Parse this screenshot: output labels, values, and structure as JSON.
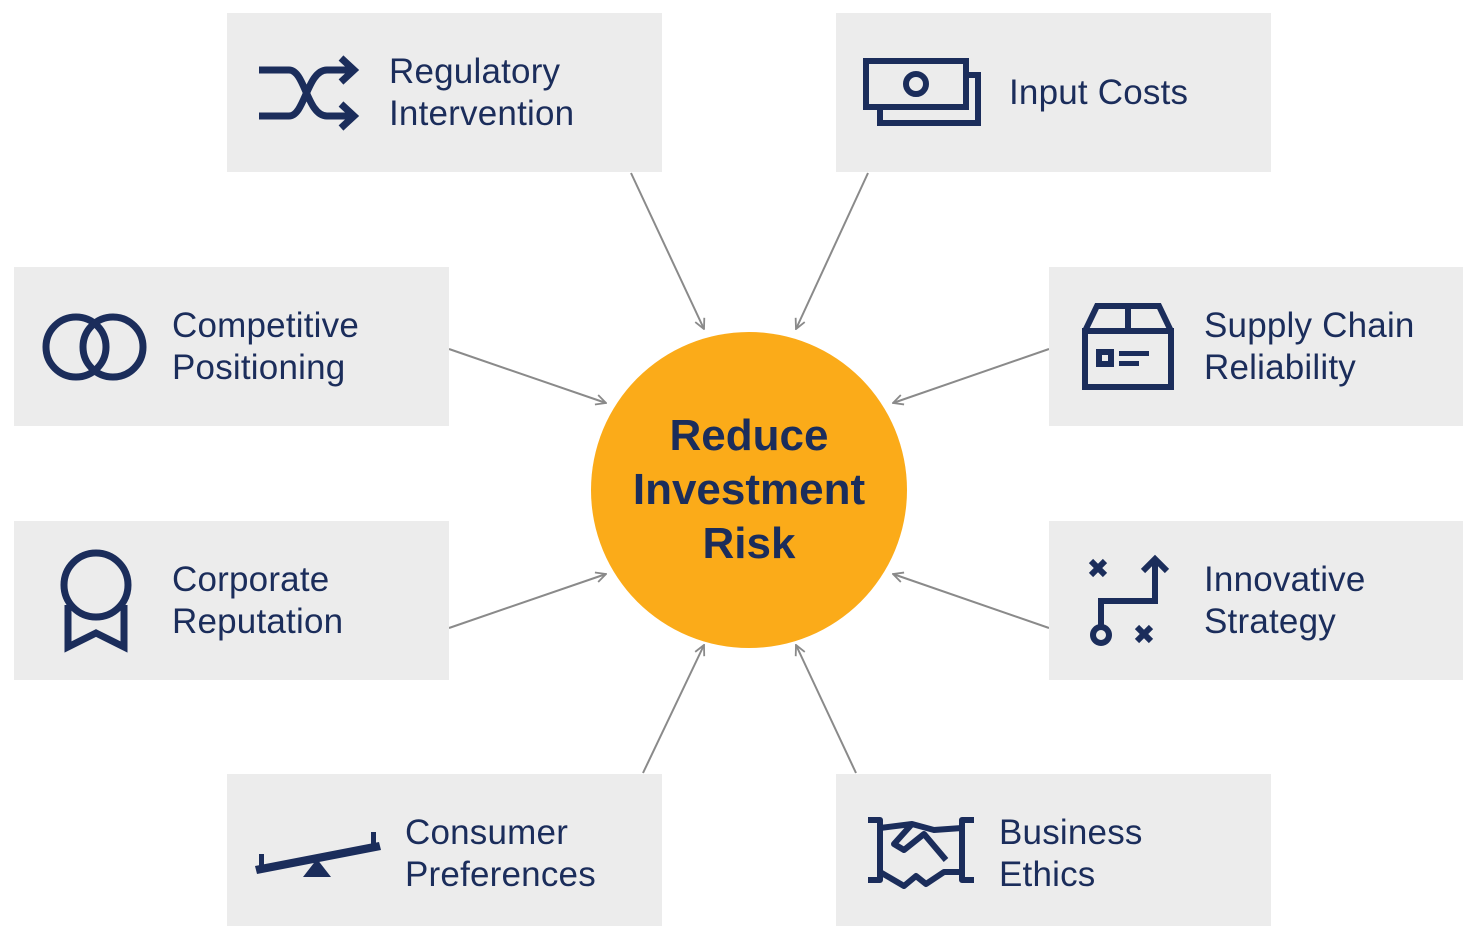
{
  "colors": {
    "box_background": "#ececec",
    "text_and_icon": "#1b2d5b",
    "hub_fill": "#fbab19",
    "arrow": "#8a8a8a"
  },
  "hub": {
    "lines": [
      "Reduce",
      "Investment",
      "Risk"
    ]
  },
  "factors": [
    {
      "id": "regulatory",
      "icon": "shuffle-icon",
      "lines": [
        "Regulatory",
        "Intervention"
      ]
    },
    {
      "id": "input-costs",
      "icon": "banknote-icon",
      "lines": [
        "Input Costs"
      ]
    },
    {
      "id": "competitive",
      "icon": "linked-rings-icon",
      "lines": [
        "Competitive",
        "Positioning"
      ]
    },
    {
      "id": "supply-chain",
      "icon": "shipping-box-icon",
      "lines": [
        "Supply Chain",
        "Reliability"
      ]
    },
    {
      "id": "corporate",
      "icon": "award-ribbon-icon",
      "lines": [
        "Corporate",
        "Reputation"
      ]
    },
    {
      "id": "innovative",
      "icon": "strategy-play-icon",
      "lines": [
        "Innovative",
        "Strategy"
      ]
    },
    {
      "id": "consumer",
      "icon": "seesaw-icon",
      "lines": [
        "Consumer",
        "Preferences"
      ]
    },
    {
      "id": "business-ethics",
      "icon": "handshake-icon",
      "lines": [
        "Business",
        "Ethics"
      ]
    }
  ]
}
